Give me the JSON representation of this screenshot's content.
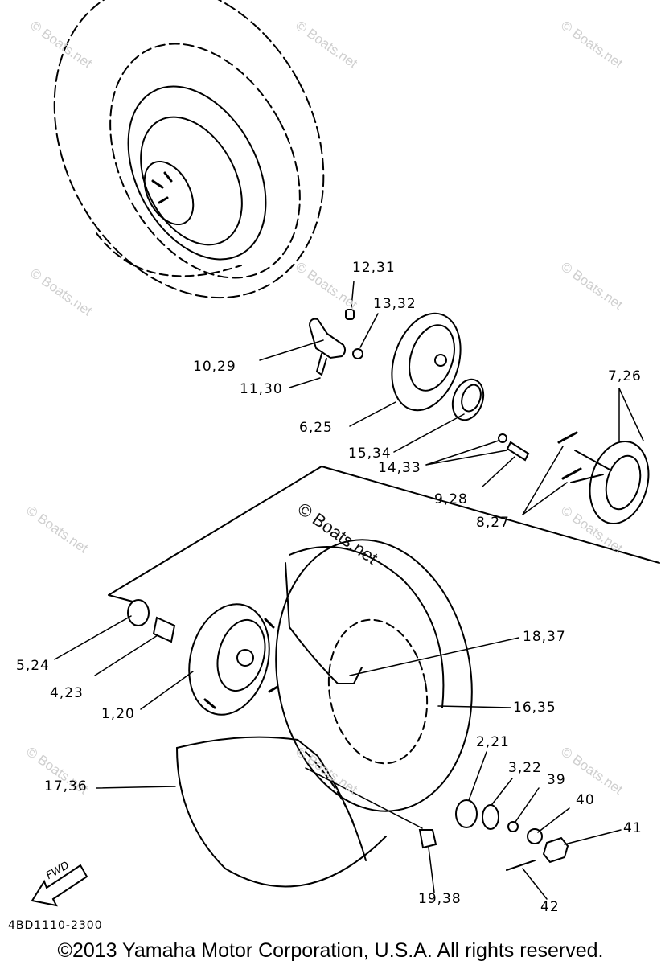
{
  "callouts": [
    {
      "id": "c1",
      "text": "12,31"
    },
    {
      "id": "c2",
      "text": "13,32"
    },
    {
      "id": "c3",
      "text": "10,29"
    },
    {
      "id": "c4",
      "text": "11,30"
    },
    {
      "id": "c5",
      "text": "6,25"
    },
    {
      "id": "c6",
      "text": "7,26"
    },
    {
      "id": "c7",
      "text": "15,34"
    },
    {
      "id": "c8",
      "text": "14,33"
    },
    {
      "id": "c9",
      "text": "9,28"
    },
    {
      "id": "c10",
      "text": "8,27"
    },
    {
      "id": "c11",
      "text": "18,37"
    },
    {
      "id": "c12",
      "text": "5,24"
    },
    {
      "id": "c13",
      "text": "4,23"
    },
    {
      "id": "c14",
      "text": "1,20"
    },
    {
      "id": "c15",
      "text": "16,35"
    },
    {
      "id": "c16",
      "text": "2,21"
    },
    {
      "id": "c17",
      "text": "3,22"
    },
    {
      "id": "c18",
      "text": "39"
    },
    {
      "id": "c19",
      "text": "40"
    },
    {
      "id": "c20",
      "text": "41"
    },
    {
      "id": "c21",
      "text": "17,36"
    },
    {
      "id": "c22",
      "text": "19,38"
    },
    {
      "id": "c23",
      "text": "42"
    }
  ],
  "watermark": {
    "text": "© Boats.net",
    "center_text": "© Boats.net"
  },
  "fwd_label": "FWD",
  "diagram_code": "4BD1110-2300",
  "copyright": "©2013 Yamaha Motor Corporation, U.S.A. All rights reserved."
}
